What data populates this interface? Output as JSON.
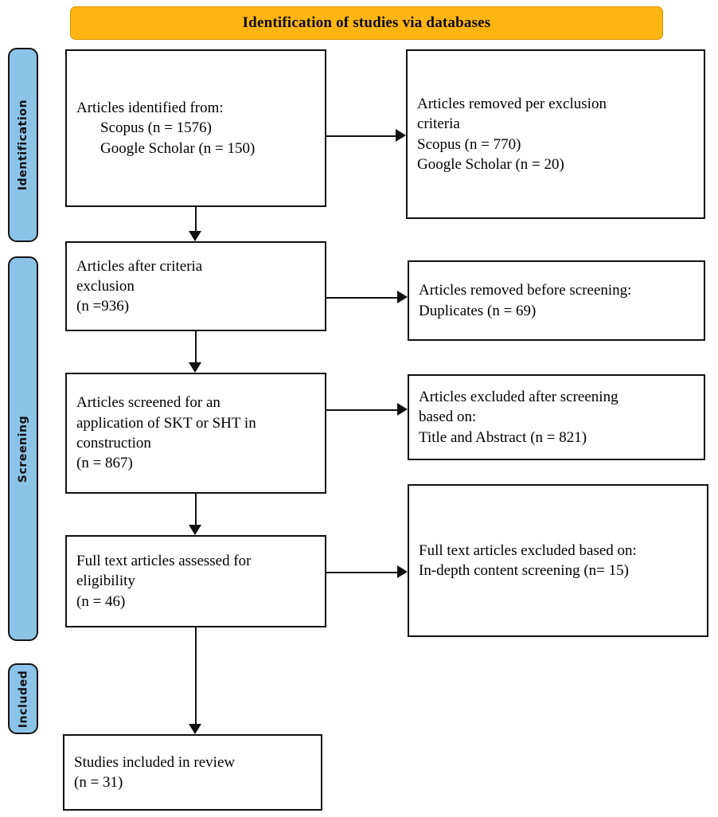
{
  "banner": {
    "title": "Identification of studies via databases",
    "color": "#FFB511"
  },
  "stages": {
    "identification": "Identification",
    "screening": "Screening",
    "included": "Included",
    "color": "#8CC4E8"
  },
  "boxes": {
    "identified": {
      "line1": "Articles identified from:",
      "line2": "Scopus (n = 1576)",
      "line3": "Google Scholar (n = 150)"
    },
    "removed_exclusion": {
      "line1": "Articles removed per exclusion",
      "line2": "criteria",
      "line3": "Scopus (n = 770)",
      "line4": "Google Scholar (n = 20)"
    },
    "after_criteria": {
      "line1": "Articles after criteria",
      "line2": "exclusion",
      "line3": "(n =936)"
    },
    "removed_duplicates": {
      "line1": "Articles removed before screening:",
      "line2": "Duplicates (n = 69)"
    },
    "screened": {
      "line1": "Articles screened for an",
      "line2": "application of SKT or SHT in",
      "line3": "construction",
      "line4": "(n = 867)"
    },
    "excluded_screening": {
      "line1": "Articles excluded after screening",
      "line2": "based on:",
      "line3": "Title and Abstract (n = 821)"
    },
    "fulltext": {
      "line1": "Full text articles assessed for",
      "line2": "eligibility",
      "line3": "(n = 46)"
    },
    "fulltext_excluded": {
      "line1": "Full text articles excluded based on:",
      "line2": "In-depth content screening (n= 15)"
    },
    "included": {
      "line1": "Studies included in review",
      "line2": "(n = 31)"
    }
  },
  "chart_data": {
    "type": "diagram",
    "title": "Identification of studies via databases",
    "diagram_kind": "PRISMA flow diagram",
    "stages": [
      "Identification",
      "Screening",
      "Included"
    ],
    "nodes": [
      {
        "id": "identified",
        "stage": "Identification",
        "column": "left",
        "label": "Articles identified from: Scopus (n = 1576); Google Scholar (n = 150)",
        "counts": {
          "Scopus": 1576,
          "Google Scholar": 150
        }
      },
      {
        "id": "removed_exclusion",
        "stage": "Identification",
        "column": "right",
        "label": "Articles removed per exclusion criteria: Scopus (n = 770); Google Scholar (n = 20)",
        "counts": {
          "Scopus": 770,
          "Google Scholar": 20
        }
      },
      {
        "id": "after_criteria",
        "stage": "Screening",
        "column": "left",
        "label": "Articles after criteria exclusion (n =936)",
        "counts": {
          "n": 936
        }
      },
      {
        "id": "removed_duplicates",
        "stage": "Screening",
        "column": "right",
        "label": "Articles removed before screening: Duplicates (n = 69)",
        "counts": {
          "Duplicates": 69
        }
      },
      {
        "id": "screened",
        "stage": "Screening",
        "column": "left",
        "label": "Articles screened for an application of SKT or SHT in construction (n = 867)",
        "counts": {
          "n": 867
        }
      },
      {
        "id": "excluded_screening",
        "stage": "Screening",
        "column": "right",
        "label": "Articles excluded after screening based on: Title and Abstract (n = 821)",
        "counts": {
          "Title and Abstract": 821
        }
      },
      {
        "id": "fulltext",
        "stage": "Screening",
        "column": "left",
        "label": "Full text articles assessed for eligibility (n = 46)",
        "counts": {
          "n": 46
        }
      },
      {
        "id": "fulltext_excluded",
        "stage": "Screening",
        "column": "right",
        "label": "Full text articles excluded based on: In-depth content screening (n= 15)",
        "counts": {
          "In-depth content screening": 15
        }
      },
      {
        "id": "included",
        "stage": "Included",
        "column": "left",
        "label": "Studies included in review (n = 31)",
        "counts": {
          "n": 31
        }
      }
    ],
    "edges": [
      {
        "from": "identified",
        "to": "removed_exclusion",
        "direction": "right"
      },
      {
        "from": "identified",
        "to": "after_criteria",
        "direction": "down"
      },
      {
        "from": "after_criteria",
        "to": "removed_duplicates",
        "direction": "right"
      },
      {
        "from": "after_criteria",
        "to": "screened",
        "direction": "down"
      },
      {
        "from": "screened",
        "to": "excluded_screening",
        "direction": "right"
      },
      {
        "from": "screened",
        "to": "fulltext",
        "direction": "down"
      },
      {
        "from": "fulltext",
        "to": "fulltext_excluded",
        "direction": "right"
      },
      {
        "from": "fulltext",
        "to": "included",
        "direction": "down"
      }
    ]
  }
}
